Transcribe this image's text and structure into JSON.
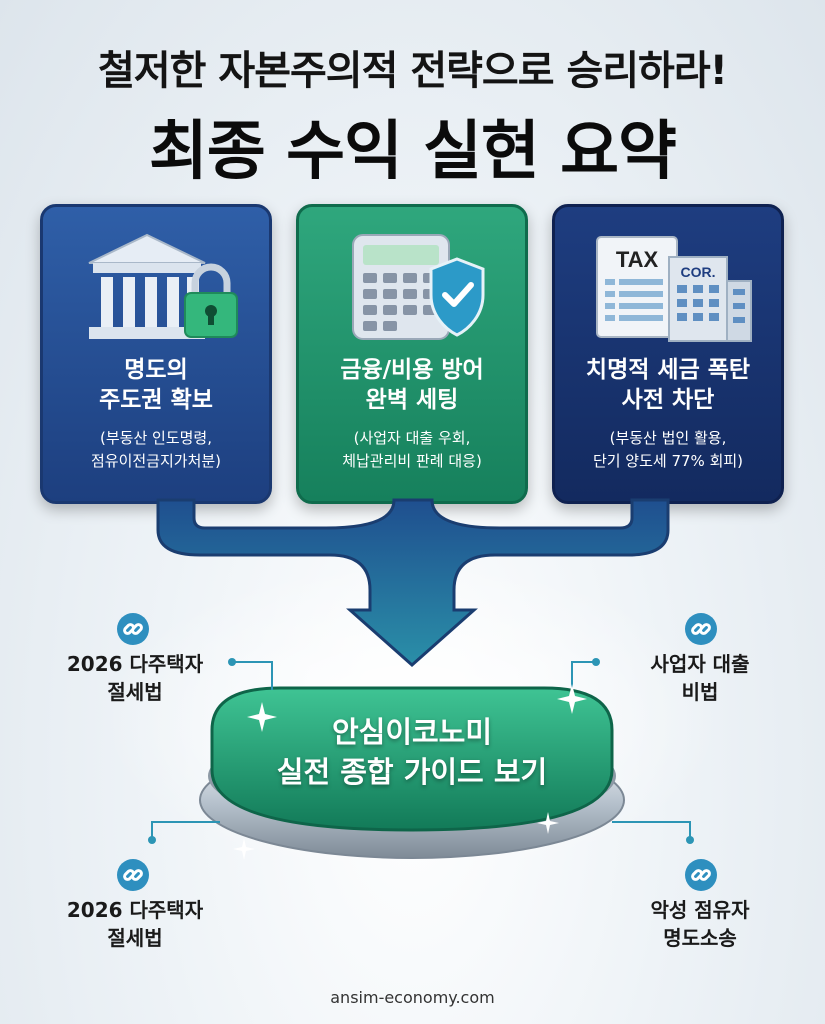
{
  "header": {
    "subtitle": "철저한 자본주의적 전략으로 승리하라!",
    "title": "최종 수익 실현 요약"
  },
  "cards": [
    {
      "title_line1": "명도의",
      "title_line2": "주도권 확보",
      "desc_line1": "(부동산 인도명령,",
      "desc_line2": "점유이전금지가처분)",
      "icon": "bank-lock-icon",
      "color": "#2f5fa8"
    },
    {
      "title_line1": "금융/비용 방어",
      "title_line2": "완벽 세팅",
      "desc_line1": "(사업자 대출 우회,",
      "desc_line2": "체납관리비 판례 대응)",
      "icon": "calculator-shield-icon",
      "color": "#2fa77d"
    },
    {
      "title_line1": "치명적 세금 폭탄",
      "title_line2": "사전 차단",
      "desc_line1": "(부동산 법인 활용,",
      "desc_line2": "단기 양도세 77% 회피)",
      "icon": "tax-document-building-icon",
      "color": "#1e3d80"
    }
  ],
  "tax_icon": {
    "doc_text": "TAX",
    "building_text": "COR."
  },
  "main_button": {
    "line1": "안심이코노미",
    "line2": "실전 종합 가이드 보기",
    "color": "#1f9d74"
  },
  "links": {
    "top_left": {
      "line1": "2026 다주택자",
      "line2": "절세법"
    },
    "top_right": {
      "line1": "사업자 대출",
      "line2": "비법"
    },
    "bottom_left": {
      "line1": "2026 다주택자",
      "line2": "절세법"
    },
    "bottom_right": {
      "line1": "악성 점유자",
      "line2": "명도소송"
    }
  },
  "footer": {
    "site": "ansim-economy.com"
  }
}
